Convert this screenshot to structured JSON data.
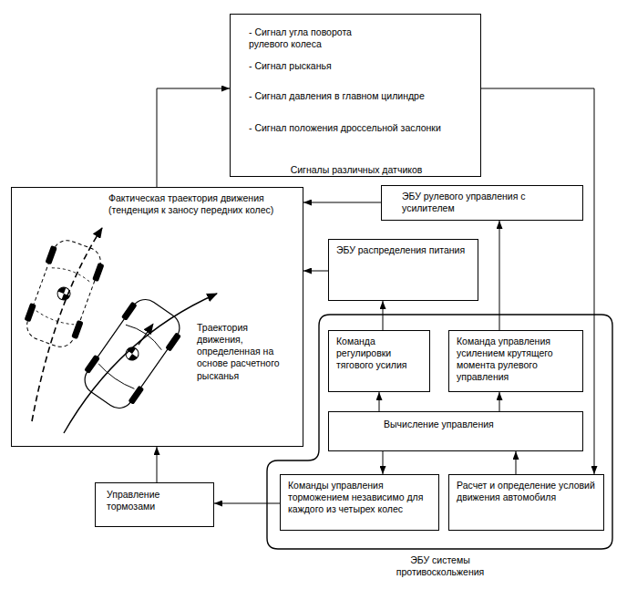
{
  "diagram": {
    "nodes": [
      {
        "text": [
          "- Сигнал угла поворота рулевого колеса",
          "- Сигнал рысканья",
          "- Сигнал давления в главном цилиндре",
          "- Сигнал положения дроссельной заслонки",
          "Сигналы различных датчиков"
        ]
      },
      {
        "text": [
          "Фактическая траектория движения (тенденция к заносу передних колес)",
          "Траектория движения, определенная на основе расчетного рысканья"
        ]
      },
      {
        "text": [
          "ЭБУ рулевого управления с усилителем"
        ]
      },
      {
        "text": [
          "ЭБУ распределения питания"
        ]
      },
      {
        "text": [
          "ЭБУ системы противоскольжения"
        ]
      },
      {
        "text": [
          "Команда регулировки тягового усилия"
        ],
        "in": 4
      },
      {
        "text": [
          "Команда управления усилением крутящего момента рулевого управления"
        ],
        "in": 4
      },
      {
        "text": [
          "Вычисление управления"
        ],
        "in": 4
      },
      {
        "text": [
          "Команды управления торможением независимо для каждого из четырех колес"
        ],
        "in": 4
      },
      {
        "text": [
          "Расчет и определение условий движения автомобиля"
        ],
        "in": 4
      },
      {
        "text": [
          "Управление тормозами"
        ]
      }
    ],
    "edges": [
      {
        "from": 1,
        "to": 0,
        "arrow": "to"
      },
      {
        "from": 0,
        "to": 9,
        "arrow": "to"
      },
      {
        "from": 2,
        "to": 1,
        "arrow": "to"
      },
      {
        "from": 3,
        "to": 1,
        "arrow": "to"
      },
      {
        "from": 10,
        "to": 1,
        "arrow": "to"
      },
      {
        "from": 8,
        "to": 10,
        "arrow": "to"
      },
      {
        "from": 9,
        "to": 7,
        "arrow": "to"
      },
      {
        "from": 7,
        "to": 8,
        "arrow": "to"
      },
      {
        "from": 7,
        "to": 5,
        "arrow": "to"
      },
      {
        "from": 7,
        "to": 6,
        "arrow": "to"
      },
      {
        "from": 5,
        "to": 3,
        "arrow": "to"
      },
      {
        "from": 6,
        "to": 2,
        "arrow": "to"
      }
    ]
  }
}
